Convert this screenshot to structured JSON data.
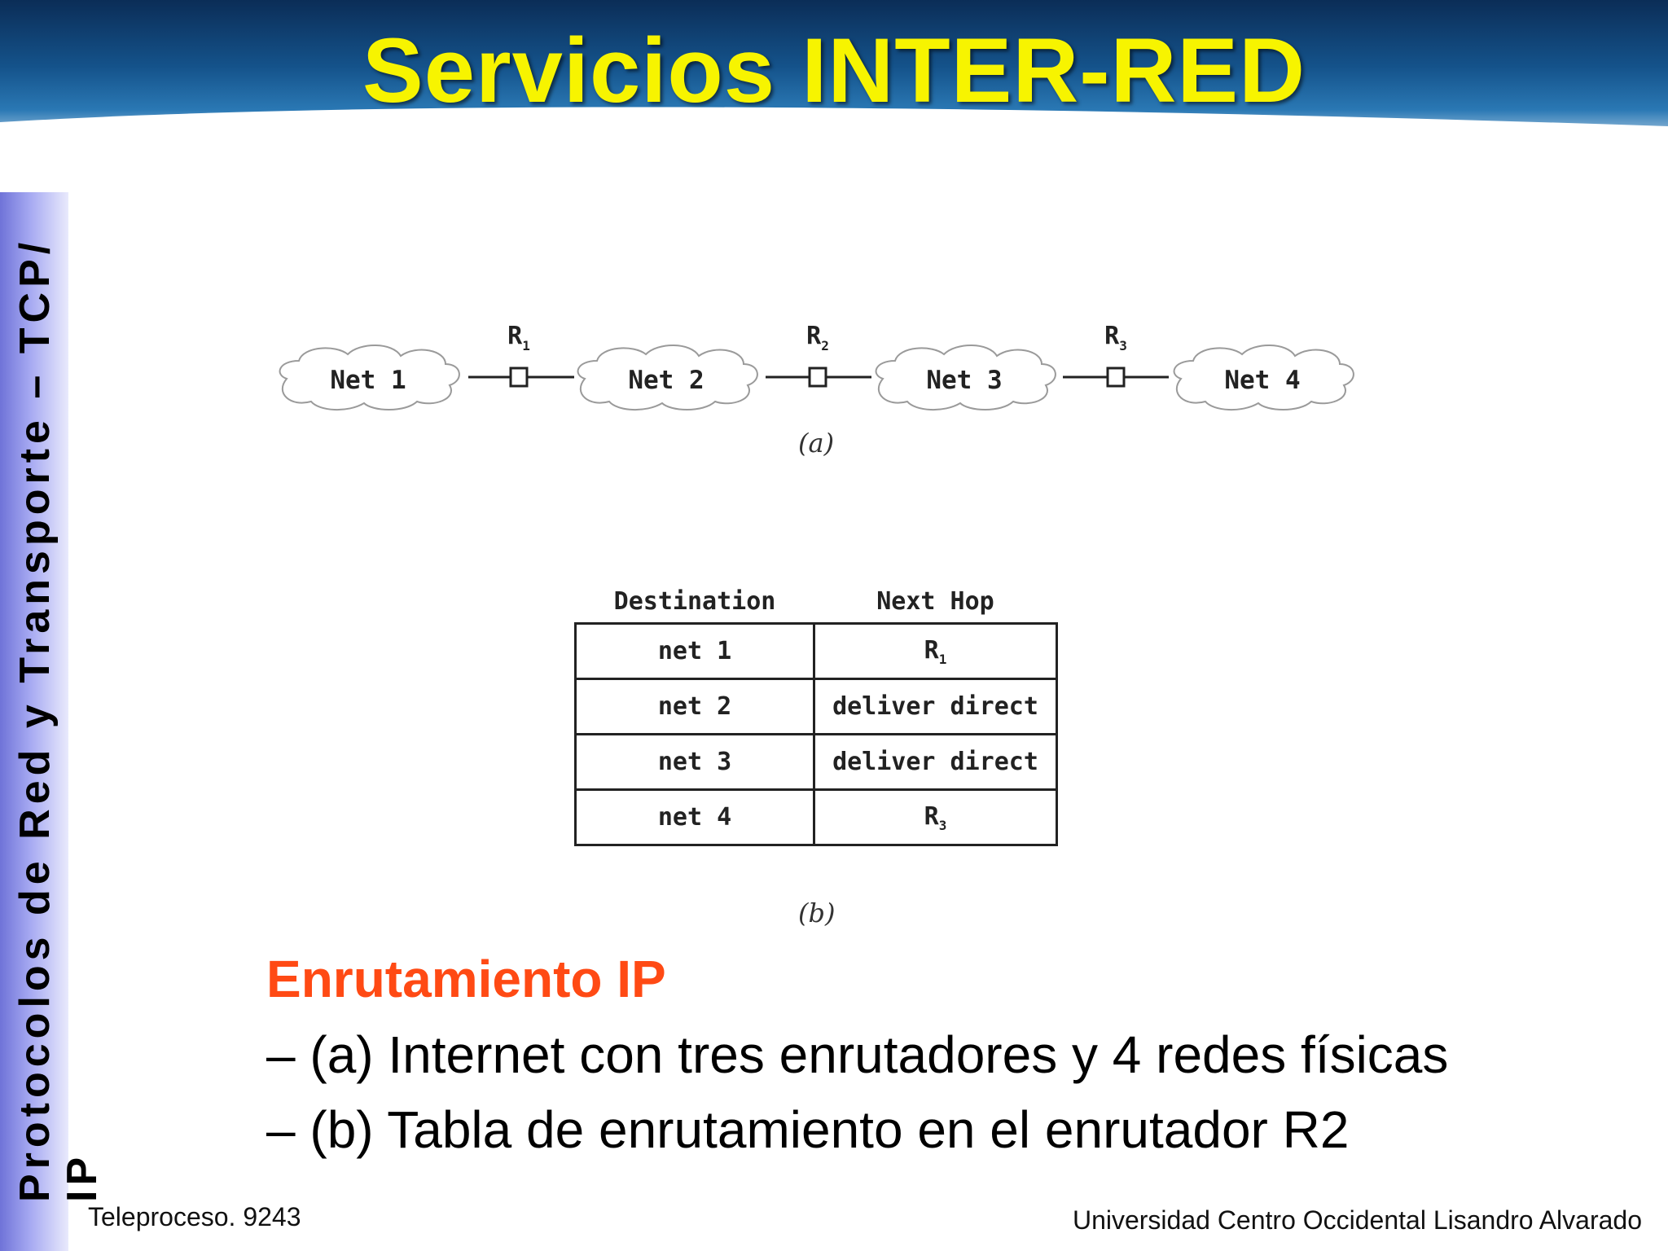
{
  "header": {
    "title": "Servicios INTER-RED"
  },
  "sidebar": {
    "line1": "Protocolos de Red y Transporte – TCP/",
    "line2": "IP"
  },
  "diagram_a": {
    "networks": [
      "Net 1",
      "Net 2",
      "Net 3",
      "Net 4"
    ],
    "routers": [
      "R1",
      "R2",
      "R3"
    ],
    "router_letter": "R",
    "router_subscripts": [
      "1",
      "2",
      "3"
    ],
    "caption": "(a)"
  },
  "routing_table": {
    "headers": {
      "destination": "Destination",
      "next_hop": "Next Hop"
    },
    "rows": [
      {
        "destination": "net 1",
        "next_hop": "R1",
        "next_hop_base": "R",
        "next_hop_sub": "1"
      },
      {
        "destination": "net 2",
        "next_hop": "deliver direct",
        "next_hop_base": "deliver direct",
        "next_hop_sub": ""
      },
      {
        "destination": "net 3",
        "next_hop": "deliver direct",
        "next_hop_base": "deliver direct",
        "next_hop_sub": ""
      },
      {
        "destination": "net 4",
        "next_hop": "R3",
        "next_hop_base": "R",
        "next_hop_sub": "3"
      }
    ],
    "caption": "(b)"
  },
  "body": {
    "heading": "Enrutamiento IP",
    "bullets": [
      "– (a) Internet con tres enrutadores y 4 redes físicas",
      "– (b) Tabla de enrutamiento en el enrutador R2"
    ]
  },
  "footer": {
    "left": "Teleproceso. 9243",
    "right": "Universidad Centro Occidental Lisandro Alvarado"
  },
  "colors": {
    "title": "#f7f400",
    "heading": "#ff4a14",
    "header_bg": "#14528a",
    "sidebar": "#8f92e8"
  }
}
